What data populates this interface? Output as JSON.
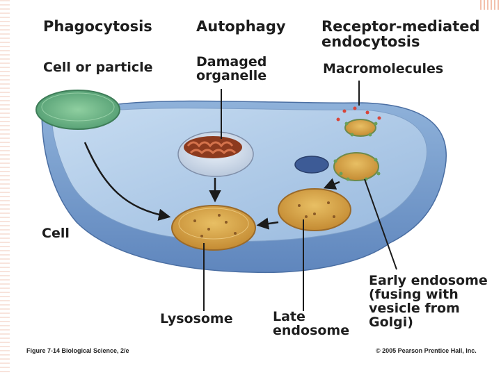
{
  "headers": {
    "phagocytosis": "Phagocytosis",
    "autophagy": "Autophagy",
    "receptor": "Receptor-mediated\nendocytosis"
  },
  "labels": {
    "cell_or_particle": "Cell or particle",
    "damaged_organelle": "Damaged\norganelle",
    "macromolecules": "Macromolecules",
    "cell": "Cell",
    "lysosome": "Lysosome",
    "late_endosome": "Late\nendosome",
    "early_endosome": "Early endosome\n(fusing with\nvesicle from\nGolgi)"
  },
  "footer": {
    "figure": "Figure 7-14  Biological Science, 2/e",
    "copyright": "© 2005 Pearson Prentice Hall, Inc."
  },
  "colors": {
    "cell_fill": "#7fa3cf",
    "cell_top": "#a9c6e6",
    "lysosome_fill": "#d9a64a",
    "accent": "#e07b53"
  }
}
